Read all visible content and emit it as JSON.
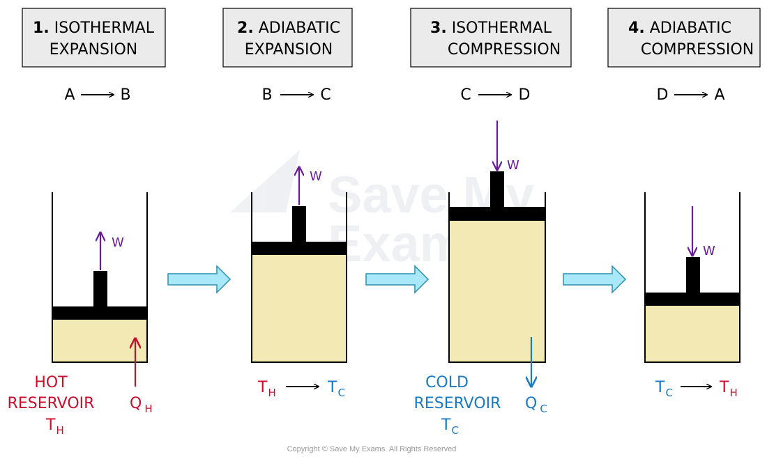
{
  "colors": {
    "hot": "#c8102e",
    "cold": "#1a7bc4",
    "work": "#6a1b9a",
    "gas": "#f3e9b4",
    "piston": "#000000",
    "box_fill": "#ebebeb",
    "transition_arrow": "#a8e8f8",
    "transition_arrow_stroke": "#2a8fb0"
  },
  "stages": [
    {
      "number": "1.",
      "title_line1": "ISOTHERMAL",
      "title_line2": "EXPANSION",
      "from": "A",
      "to": "B",
      "work_label": "W",
      "work_direction": "up",
      "reservoir_line1": "HOT",
      "reservoir_line2": "RESERVOIR",
      "reservoir_symbol": "T",
      "reservoir_sub": "H",
      "heat_symbol": "Q",
      "heat_sub": "H",
      "heat_direction": "in"
    },
    {
      "number": "2.",
      "title_line1": "ADIABATIC",
      "title_line2": "EXPANSION",
      "from": "B",
      "to": "C",
      "work_label": "W",
      "work_direction": "up",
      "temp_from_symbol": "T",
      "temp_from_sub": "H",
      "temp_to_symbol": "T",
      "temp_to_sub": "C"
    },
    {
      "number": "3.",
      "title_line1": "ISOTHERMAL",
      "title_line2": "COMPRESSION",
      "from": "C",
      "to": "D",
      "work_label": "W",
      "work_direction": "down",
      "reservoir_line1": "COLD",
      "reservoir_line2": "RESERVOIR",
      "reservoir_symbol": "T",
      "reservoir_sub": "C",
      "heat_symbol": "Q",
      "heat_sub": "C",
      "heat_direction": "out"
    },
    {
      "number": "4.",
      "title_line1": "ADIABATIC",
      "title_line2": "COMPRESSION",
      "from": "D",
      "to": "A",
      "work_label": "W",
      "work_direction": "down",
      "temp_from_symbol": "T",
      "temp_from_sub": "C",
      "temp_to_symbol": "T",
      "temp_to_sub": "H"
    }
  ],
  "watermark_line1": "Save My",
  "watermark_line2": "Exams",
  "copyright": "Copyright © Save My Exams. All Rights Reserved"
}
